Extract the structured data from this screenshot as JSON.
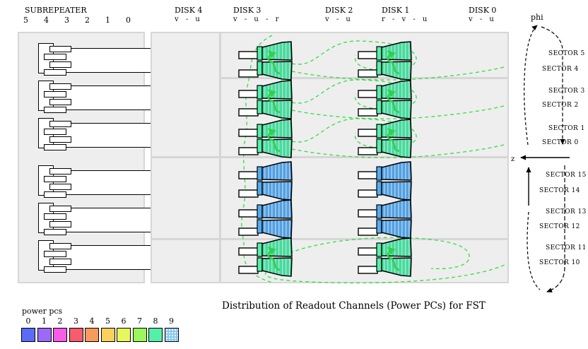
{
  "title": "Distribution of Readout Channels (Power PCs) for FST",
  "subrepeater": {
    "label": "SUBREPEATER",
    "slots": [
      "5",
      "4",
      "3",
      "2",
      "1",
      "0"
    ],
    "card_count": 6
  },
  "disks": [
    {
      "name": "DISK 4",
      "layers": "v - u"
    },
    {
      "name": "DISK 3",
      "layers": "v - u - r"
    },
    {
      "name": "DISK 2",
      "layers": "v - u"
    },
    {
      "name": "DISK 1",
      "layers": "r - v - u"
    },
    {
      "name": "DISK 0",
      "layers": "v - u"
    }
  ],
  "axis": {
    "phi": "phi",
    "z": "z",
    "sectors_top": [
      "SECTOR 5",
      "SECTOR 4",
      "SECTOR 3",
      "SECTOR 2",
      "SECTOR 1",
      "SECTOR 0"
    ],
    "sectors_bottom": [
      "SECTOR 15",
      "SECTOR 14",
      "SECTOR 13",
      "SECTOR 12",
      "SECTOR 11",
      "SECTOR 10"
    ]
  },
  "legend": {
    "title": "power pcs",
    "items": [
      {
        "label": "0",
        "color": "#5A6CF8"
      },
      {
        "label": "1",
        "color": "#9C6AF8"
      },
      {
        "label": "2",
        "color": "#F85CE8"
      },
      {
        "label": "3",
        "color": "#F85C6C"
      },
      {
        "label": "4",
        "color": "#F89A5C"
      },
      {
        "label": "5",
        "color": "#F8D05C"
      },
      {
        "label": "6",
        "color": "#E6F85C"
      },
      {
        "label": "7",
        "color": "#9AF85C"
      },
      {
        "label": "8",
        "color": "#55F0A8"
      },
      {
        "label": "9",
        "color": "#8CC8F0",
        "dotted": true
      }
    ]
  },
  "modules": {
    "row_palettes": [
      "green",
      "green",
      "green",
      "blue",
      "blue",
      "green"
    ],
    "green": {
      "base": "#AFF2D8",
      "stripe": "#3FE09A",
      "dark": "#22B87E",
      "tab": "#55EEAA"
    },
    "blue": {
      "base": "#BCDCF8",
      "stripe": "#4AA0E8",
      "dark": "#2878C0",
      "tab": "#55AAEE"
    },
    "wire_color": "#33DD44",
    "arrow_color": "#2FD14C"
  }
}
